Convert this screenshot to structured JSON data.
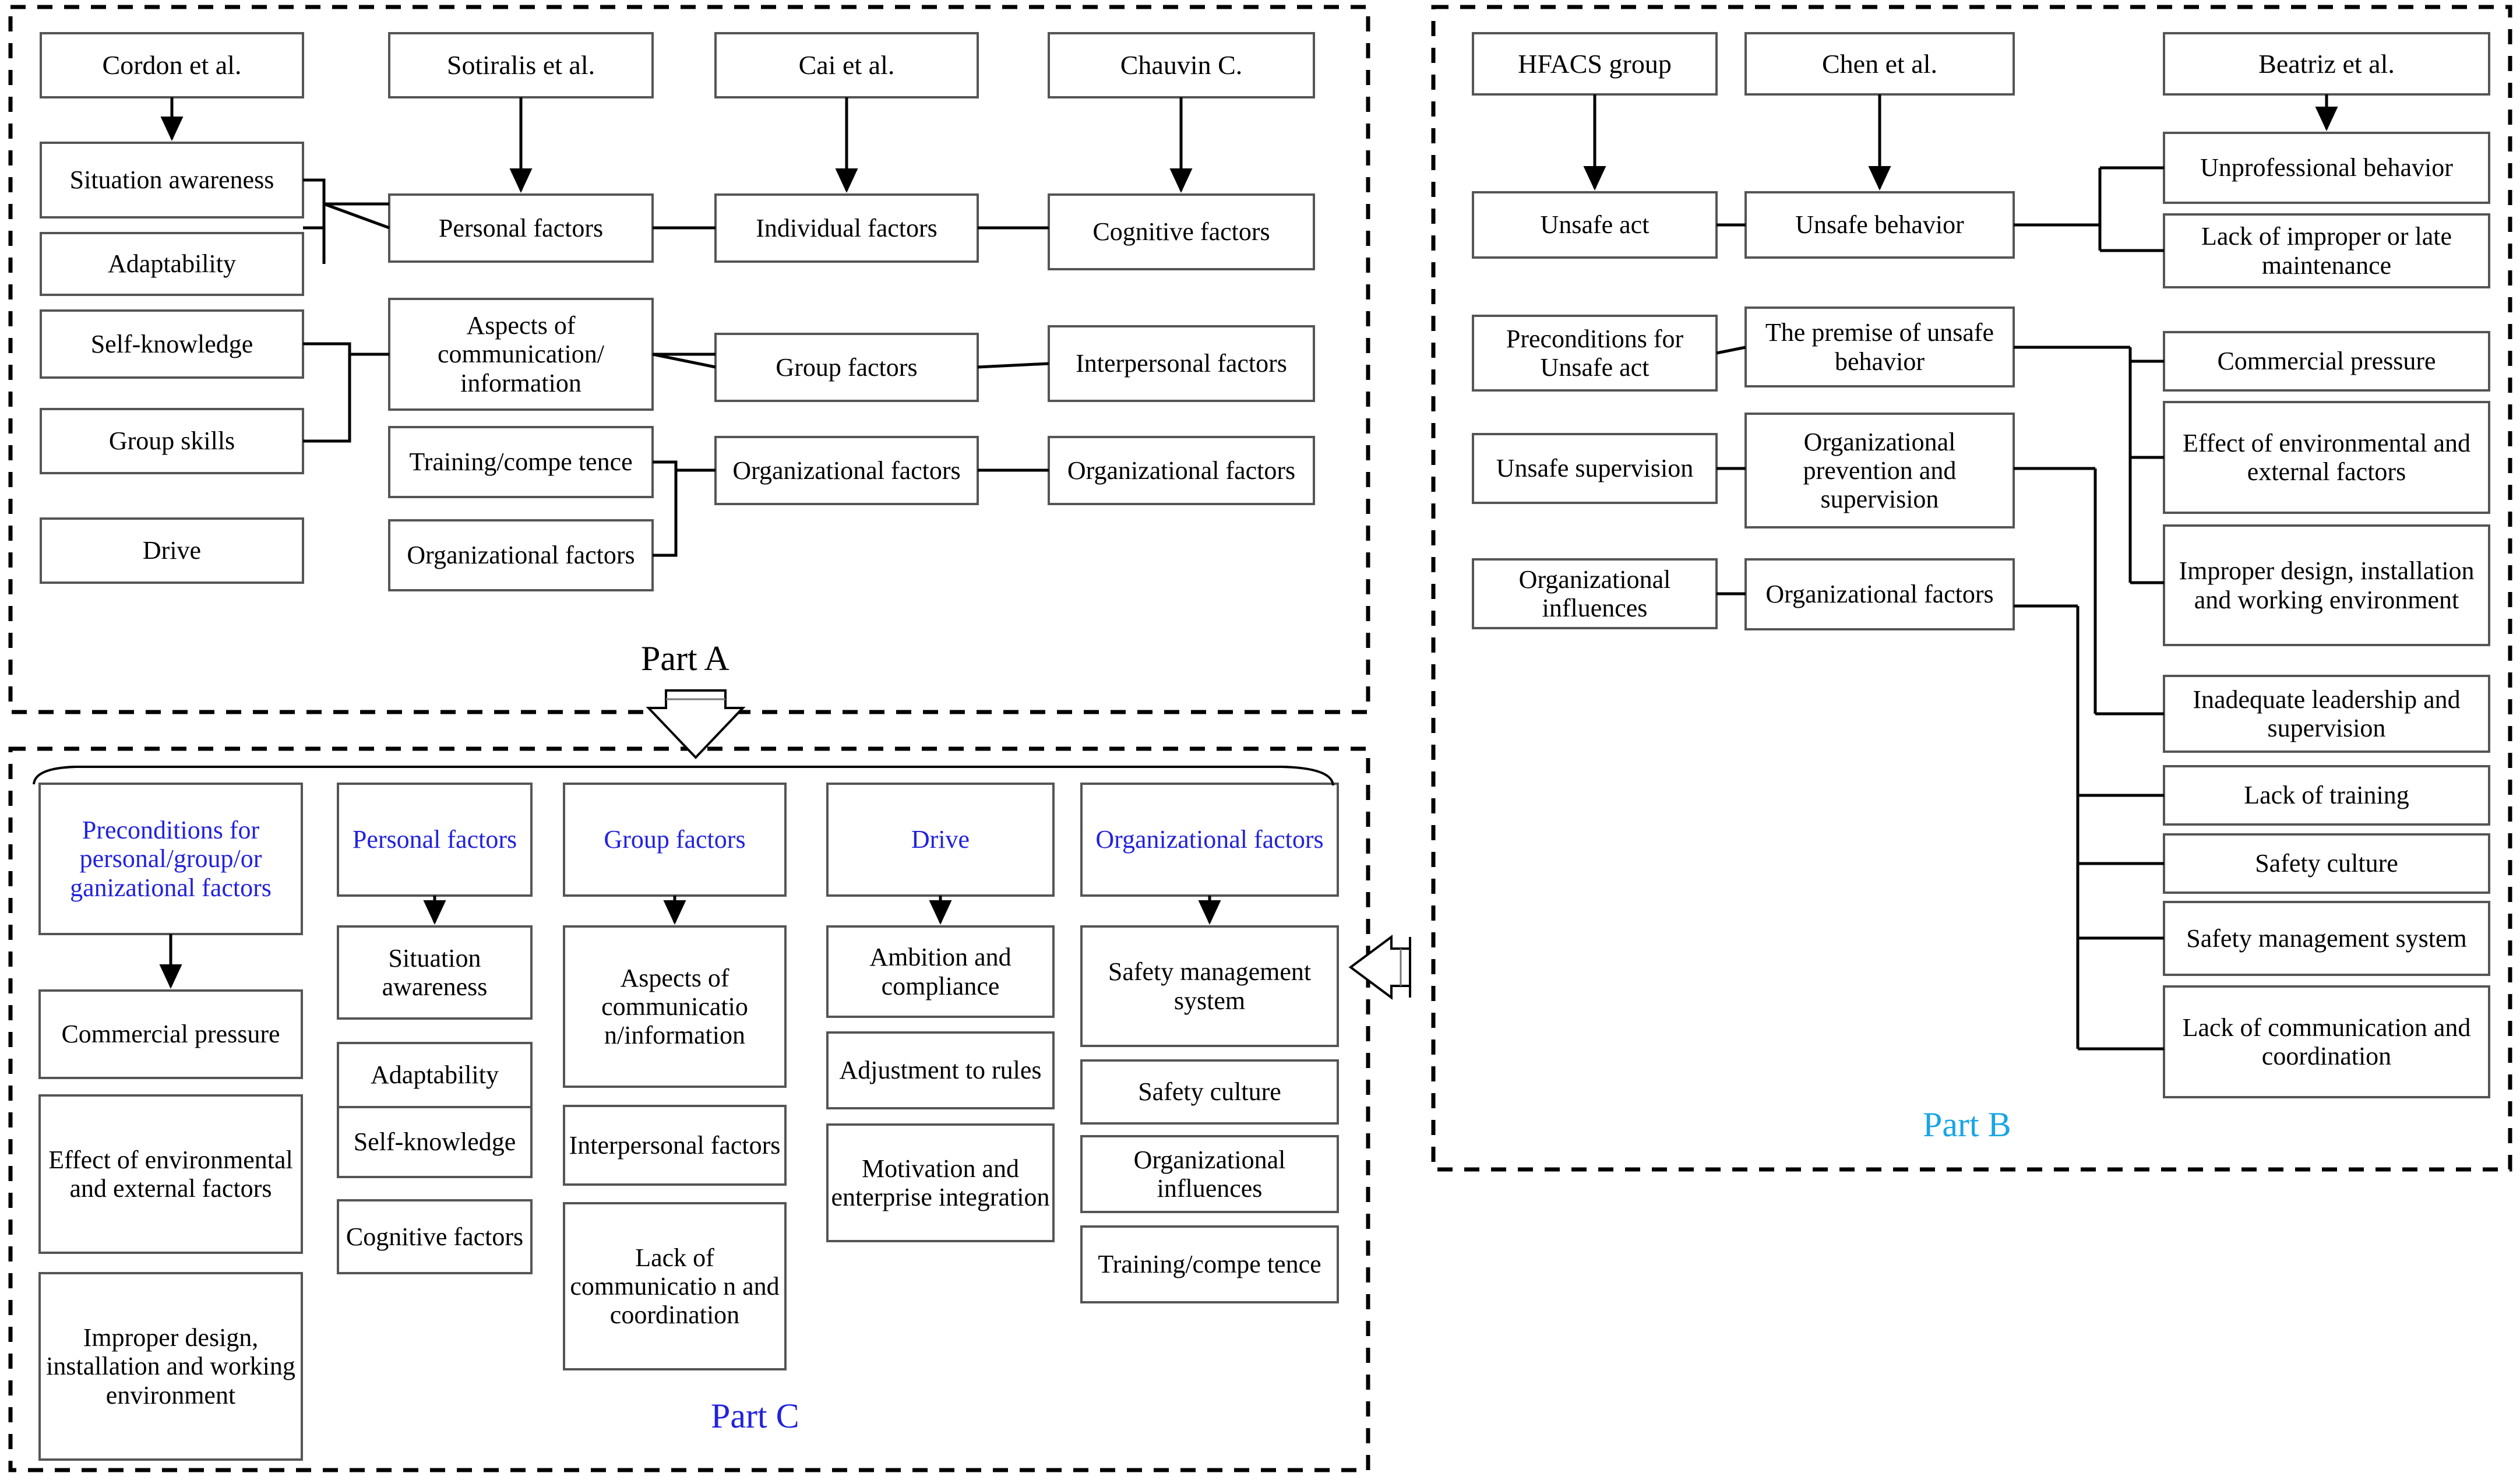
{
  "meta": {
    "title": "Human factor taxonomy mapping diagram (Parts A, B, C)",
    "box_border_color": "#555555",
    "line_color": "#000000",
    "dashed_container_color": "#000000",
    "part_a_label_color": "#000000",
    "part_b_label_color": "#18a5e6",
    "part_c_label_color": "#2222dd",
    "part_c_header_text_color": "#2222dd"
  },
  "part_a": {
    "label": "Part A",
    "sources": [
      {
        "name": "Cordon et al."
      },
      {
        "name": "Sotiralis et al."
      },
      {
        "name": "Cai et al."
      },
      {
        "name": "Chauvin C."
      }
    ],
    "col1": [
      "Situation awareness",
      "Adaptability",
      "Self-knowledge",
      "Group skills",
      "Drive"
    ],
    "col2": [
      "Personal factors",
      "Aspects of communication/ information",
      "Training/compe tence",
      "Organizational factors"
    ],
    "col3": [
      "Individual factors",
      "Group factors",
      "Organizational factors"
    ],
    "col4": [
      "Cognitive factors",
      "Interpersonal factors",
      "Organizational factors"
    ]
  },
  "part_b": {
    "label": "Part B",
    "sources": [
      {
        "name": "HFACS group"
      },
      {
        "name": "Chen et al."
      },
      {
        "name": "Beatriz et al."
      }
    ],
    "col1": [
      "Unsafe act",
      "Preconditions for Unsafe act",
      "Unsafe supervision",
      "Organizational influences"
    ],
    "col2": [
      "Unsafe behavior",
      "The premise of unsafe behavior",
      "Organizational prevention and supervision",
      "Organizational factors"
    ],
    "col3": [
      "Unprofessional behavior",
      "Lack of improper or late maintenance",
      "Commercial pressure",
      "Effect of environmental and external factors",
      "Improper design, installation and working environment",
      "Inadequate leadership and supervision",
      "Lack of training",
      "Safety culture",
      "Safety management system",
      "Lack of communication and coordination"
    ]
  },
  "part_c": {
    "label": "Part C",
    "groups": [
      {
        "header": "Preconditions for personal/group/or ganizational factors",
        "items": [
          "Commercial pressure",
          "Effect of environmental and external factors",
          "Improper design, installation and working environment"
        ]
      },
      {
        "header": "Personal factors",
        "items": [
          "Situation awareness",
          "Adaptability",
          "Self-knowledge",
          "Cognitive factors"
        ]
      },
      {
        "header": "Group factors",
        "items": [
          "Aspects of communicatio n/information",
          "Interpersonal factors",
          "Lack of communicatio n and coordination"
        ]
      },
      {
        "header": "Drive",
        "items": [
          "Ambition and compliance",
          "Adjustment to rules",
          "Motivation and enterprise integration"
        ]
      },
      {
        "header": "Organizational factors",
        "items": [
          "Safety management system",
          "Safety culture",
          "Organizational influences",
          "Training/compe tence"
        ]
      }
    ]
  }
}
